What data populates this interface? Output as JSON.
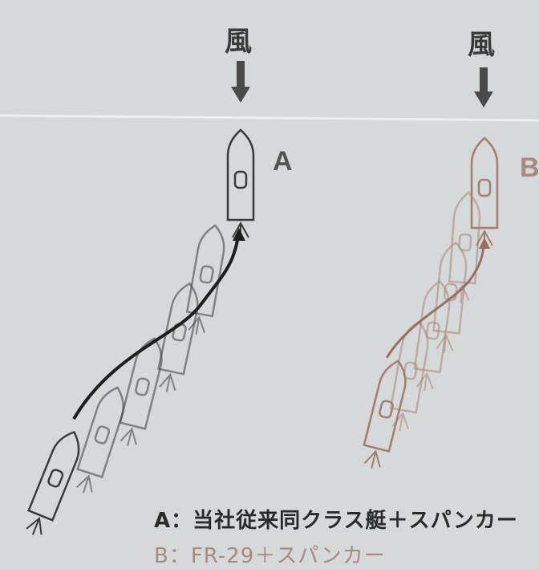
{
  "wind_label_left": "風",
  "wind_label_right": "風",
  "boat_a_label": "A",
  "boat_b_label": "B",
  "caption_a": "A：当社従来同クラス艇＋スパンカー",
  "caption_b": "B：FR-29＋スパンカー",
  "colors": {
    "background": "#d6d9da",
    "boat_a": "#3b3b3b",
    "boat_b": "#a17f70",
    "arrow": "#4a4a4a"
  }
}
